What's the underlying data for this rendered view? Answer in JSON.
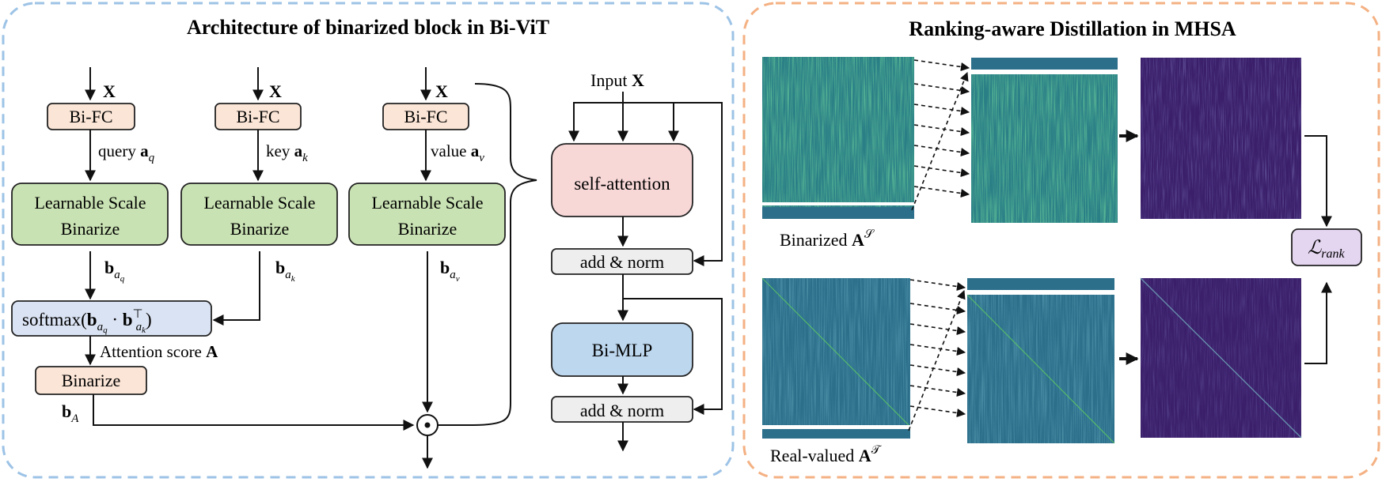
{
  "left_panel": {
    "title": "Architecture of binarized block in Bi-ViT",
    "input_x": "X",
    "bifc_label": "Bi-FC",
    "query_label": "query",
    "query_sym": "a",
    "query_sub": "q",
    "key_label": "key",
    "key_sym": "a",
    "key_sub": "k",
    "value_label": "value",
    "value_sym": "a",
    "value_sub": "v",
    "lsb_line1": "Learnable Scale",
    "lsb_line2": "Binarize",
    "b_sym": "b",
    "b_sub_prefix": "a",
    "b_q_sub": "q",
    "b_k_sub": "k",
    "b_v_sub": "v",
    "softmax_prefix": "softmax(",
    "softmax_dot": "·",
    "softmax_T": "⊤",
    "softmax_suffix": ")",
    "attention_label": "Attention score",
    "attention_sym": "A",
    "binarize_label": "Binarize",
    "bA_sub": "A",
    "hadamard": "⊙"
  },
  "middle_panel": {
    "input_label": "Input",
    "input_sym": "X",
    "self_attention": "self-attention",
    "add_norm": "add & norm",
    "bi_mlp": "Bi-MLP"
  },
  "right_panel": {
    "title": "Ranking-aware Distillation in MHSA",
    "binarized_label": "Binarized",
    "binarized_sym": "A",
    "binarized_sup": "𝒮",
    "realvalued_label": "Real-valued",
    "realvalued_sym": "A",
    "realvalued_sup": "𝒯",
    "loss_sym": "ℒ",
    "loss_sub": "rank"
  },
  "colors": {
    "left_border": "#9dc3e6",
    "right_border": "#f4b183",
    "bifc_fill": "#fbe5d6",
    "lsb_fill": "#c9e2b3",
    "softmax_fill": "#dae3f3",
    "selfattn_fill": "#f8d7d7",
    "addnorm_fill": "#eeeeee",
    "bimlp_fill": "#bdd7ee",
    "loss_fill": "#e4d5f0",
    "box_stroke": "#222222"
  }
}
